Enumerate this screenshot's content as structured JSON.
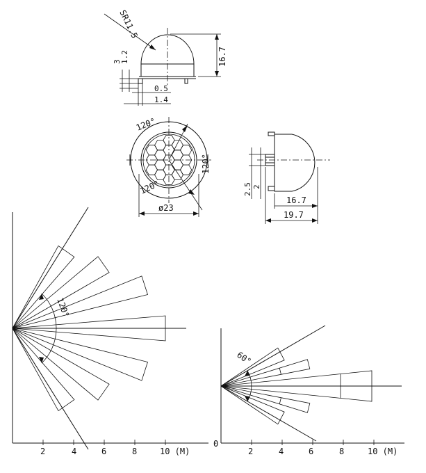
{
  "top_view": {
    "radius_label": "SR11.5",
    "height_label": "16.7",
    "dim_3": "3",
    "dim_1_2": "1.2",
    "dim_0_5": "0.5",
    "dim_1_4": "1.4"
  },
  "front_view": {
    "angle_top": "120°",
    "angle_right": "120°",
    "angle_bottom": "120°",
    "diameter_label": "ø23"
  },
  "side_view": {
    "dim_2_5": "2.5",
    "dim_2": "2",
    "dim_16_7": "16.7",
    "dim_19_7": "19.7"
  },
  "detection_left": {
    "angle_label": "120°",
    "x_ticks": [
      "2",
      "4",
      "6",
      "8",
      "10 (M)"
    ]
  },
  "detection_right": {
    "angle_label": "60°",
    "origin_label": "0",
    "x_ticks": [
      "2",
      "4",
      "6",
      "8",
      "10 (M)"
    ]
  }
}
